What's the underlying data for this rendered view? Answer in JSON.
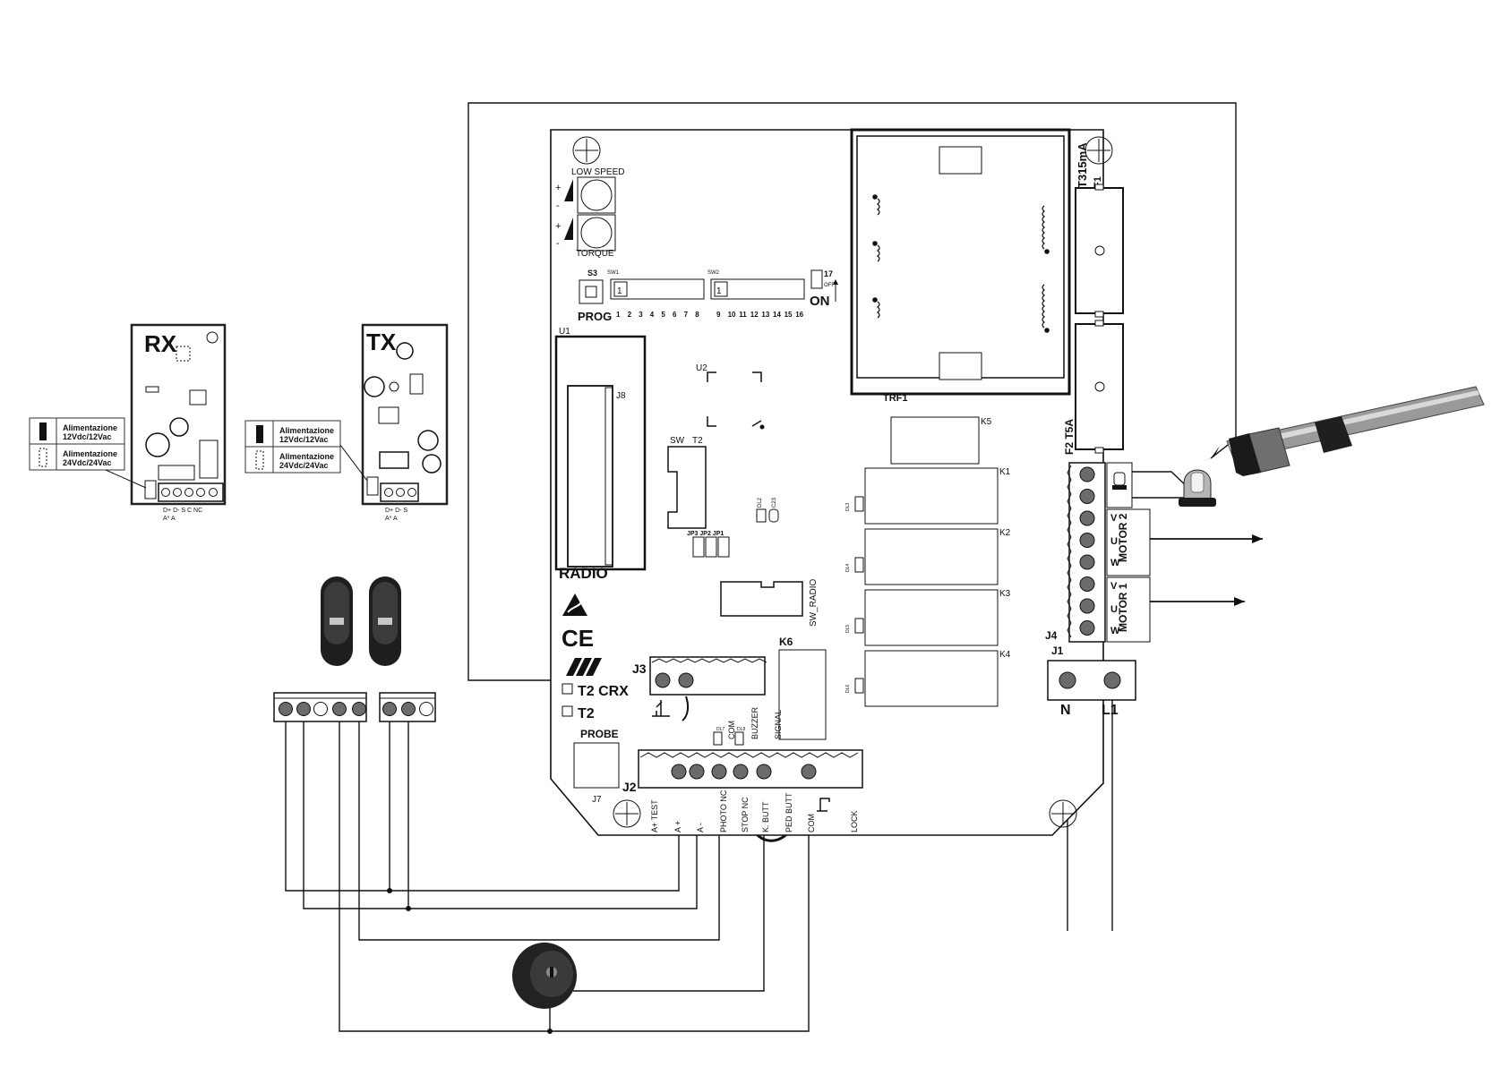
{
  "board": {
    "low_speed": "LOW SPEED",
    "torque": "TORQUE",
    "plus": "+",
    "minus": "-",
    "s3": "S3",
    "prog": "PROG",
    "sw1": "SW1",
    "sw2": "SW2",
    "sw1_numbers": [
      "1",
      "2",
      "3",
      "4",
      "5",
      "6",
      "7",
      "8"
    ],
    "sw2_numbers": [
      "9",
      "10",
      "11",
      "12",
      "13",
      "14",
      "15",
      "16"
    ],
    "switch_one": "1",
    "seventeen": "17",
    "on": "ON",
    "off": "OFF",
    "u1": "U1",
    "u2": "U2",
    "j8": "J8",
    "sw_label": "SW",
    "t2_label": "T2",
    "jp_labels": [
      "JP3",
      "JP2",
      "JP1"
    ],
    "radio": "RADIO",
    "sw_radio": "SW_RADIO",
    "ce": "CE",
    "k6": "K6",
    "j3": "J3",
    "t2_crx": "T2 CRX",
    "t2": "T2",
    "probe": "PROBE",
    "j7": "J7",
    "j2": "J2",
    "j3_terminals": [
      "COM",
      "BUZZER",
      "SIGNAL"
    ],
    "j3_leds": [
      "DL7",
      "DL8"
    ],
    "j2_terminals": [
      "A+ TEST",
      "A +",
      "A -",
      "PHOTO NC",
      "STOP NC",
      "K. BUTT",
      "PED BUTT",
      "COM",
      "LOCK"
    ],
    "dl_small": [
      "DL2",
      "C23"
    ],
    "trf1": "TRF1",
    "fuse1_rating": "T315mA",
    "f1": "F1",
    "f2_label": "F2 T5A",
    "relays": [
      "K5",
      "K1",
      "K2",
      "K3",
      "K4"
    ],
    "relay_leds": [
      "DL3",
      "DL4",
      "DL5",
      "DL6"
    ],
    "j4": "J4",
    "j1": "J1",
    "j1_terminals": [
      "N",
      "L1"
    ],
    "motor2": "MOTOR 2",
    "motor1": "MOTOR 1",
    "phase_letters": [
      "V",
      "U",
      "W"
    ]
  },
  "rx_module": {
    "title": "RX",
    "terminals": "D+  D-  S   C   NC",
    "terminals_sub": "A*  A",
    "legend": [
      {
        "line1": "Alimentazione",
        "line2": "12Vdc/12Vac"
      },
      {
        "line1": "Alimentazione",
        "line2": "24Vdc/24Vac"
      }
    ]
  },
  "tx_module": {
    "title": "TX",
    "terminals": "D+  D-  S",
    "terminals_sub": "A*  A",
    "legend": [
      {
        "line1": "Alimentazione",
        "line2": "12Vdc/12Vac"
      },
      {
        "line1": "Alimentazione",
        "line2": "24Vdc/24Vac"
      }
    ]
  },
  "icons": {
    "photocells": "photocell-pair-icon",
    "key_switch": "key-switch-icon",
    "flashing_lamp": "flashing-lamp-icon",
    "actuator": "linear-actuator-icon",
    "esd": "esd-warning-icon",
    "logo": "manufacturer-logo-icon"
  }
}
